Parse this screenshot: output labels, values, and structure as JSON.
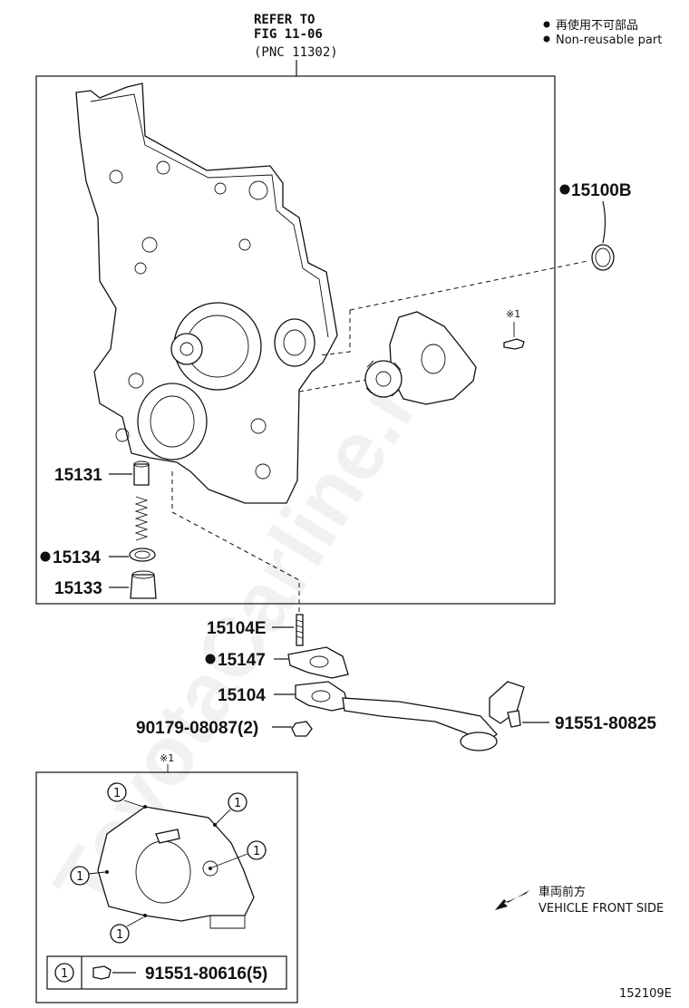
{
  "refer": {
    "line1": "REFER TO",
    "line2": "FIG 11-06",
    "line3": "(PNC 11302)"
  },
  "legend": {
    "cn": "再使用不可部品",
    "en": "Non-reusable part"
  },
  "parts": {
    "p15100B": "15100B",
    "p15131": "15131",
    "p15134": "15134",
    "p15133": "15133",
    "p15104E": "15104E",
    "p15147": "15147",
    "p15104": "15104",
    "p90179": "90179-08087(2)",
    "p91551_80825": "91551-80825",
    "bolt_table": "91551-80616(5)"
  },
  "markers": {
    "note_ref": "※1",
    "circle_num": "1"
  },
  "direction": {
    "cn": "車両前方",
    "en": "VEHICLE FRONT SIDE"
  },
  "watermark": "ToyotaCarline.ru",
  "figure_id": "152109E"
}
